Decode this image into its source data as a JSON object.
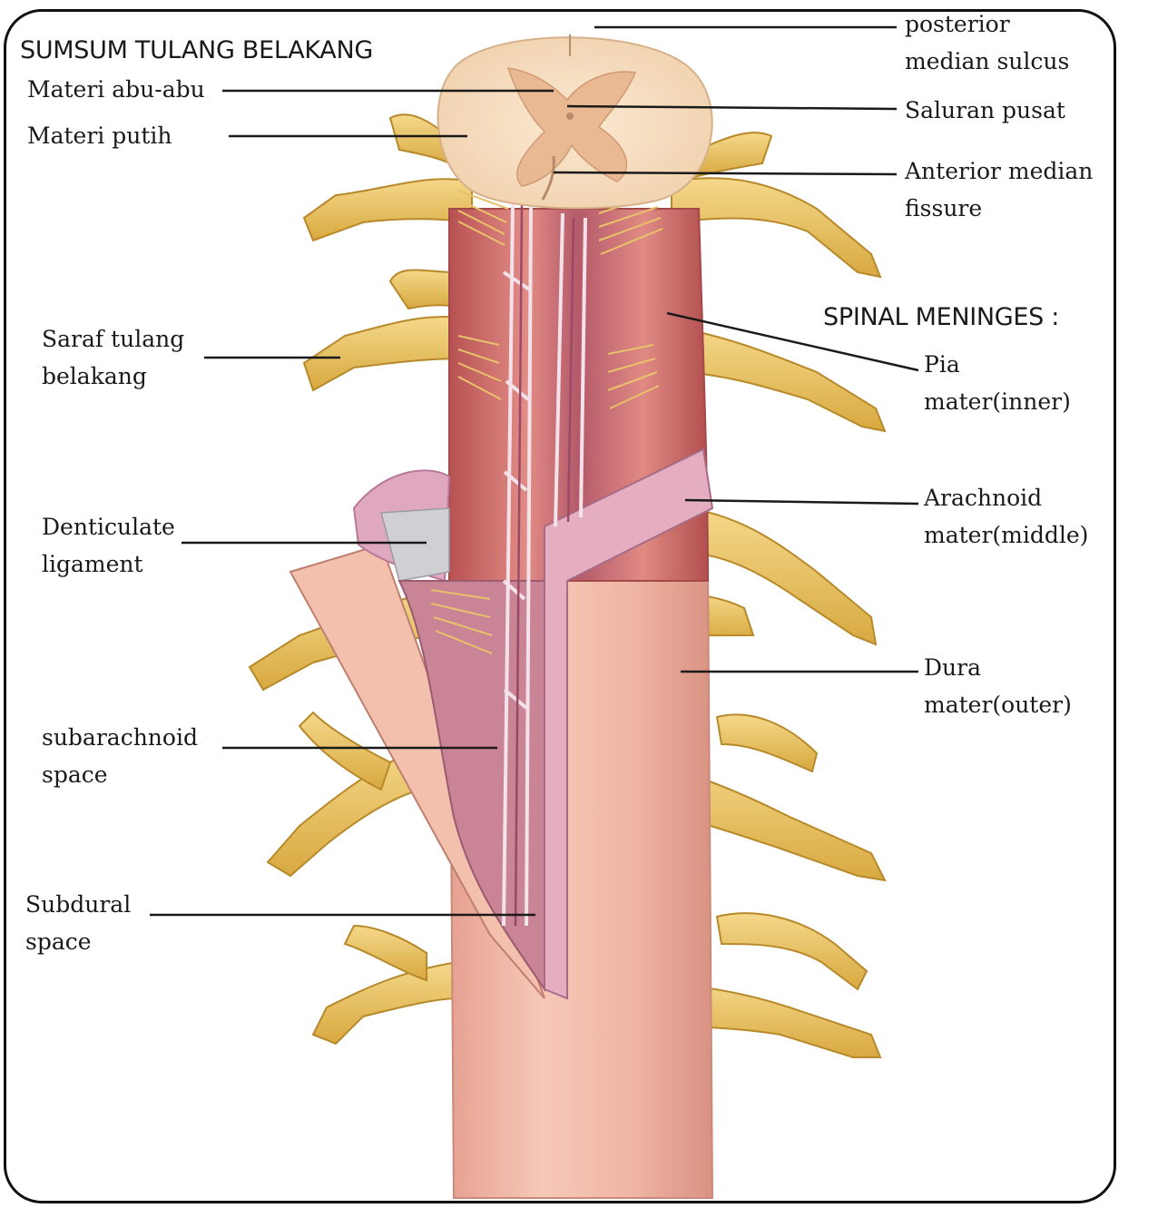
{
  "titles": {
    "main": "SUMSUM TULANG BELAKANG",
    "meninges": "SPINAL MENINGES :"
  },
  "labels": {
    "gray_matter": "Materi abu-abu",
    "white_matter": "Materi putih",
    "spinal_nerve": {
      "line1": "Saraf tulang",
      "line2": "belakang"
    },
    "denticulate_ligament": {
      "line1": "Denticulate",
      "line2": "ligament"
    },
    "subarachnoid_space": {
      "line1": "subarachnoid",
      "line2": "space"
    },
    "subdural_space": {
      "line1": "Subdural",
      "line2": "space"
    },
    "posterior_median_sulcus": {
      "line1": "posterior",
      "line2": "median sulcus"
    },
    "central_canal": "Saluran pusat",
    "anterior_median_fissure": {
      "line1": "Anterior median",
      "line2": "fissure"
    },
    "pia_mater": {
      "line1": "Pia",
      "line2": "mater(inner)"
    },
    "arachnoid_mater": {
      "line1": "Arachnoid",
      "line2": "mater(middle)"
    },
    "dura_mater": {
      "line1": "Dura",
      "line2": "mater(outer)"
    }
  },
  "colors": {
    "nerve": "#e9c466",
    "nerve_shade": "#c99a2e",
    "dura": "#eeb4a4",
    "pia": "#c86464",
    "arachnoid": "#d9a0b4",
    "white_matter": "#f7dfc2",
    "gray_matter": "#e6b996",
    "leader_line": "#1a1a1a"
  }
}
